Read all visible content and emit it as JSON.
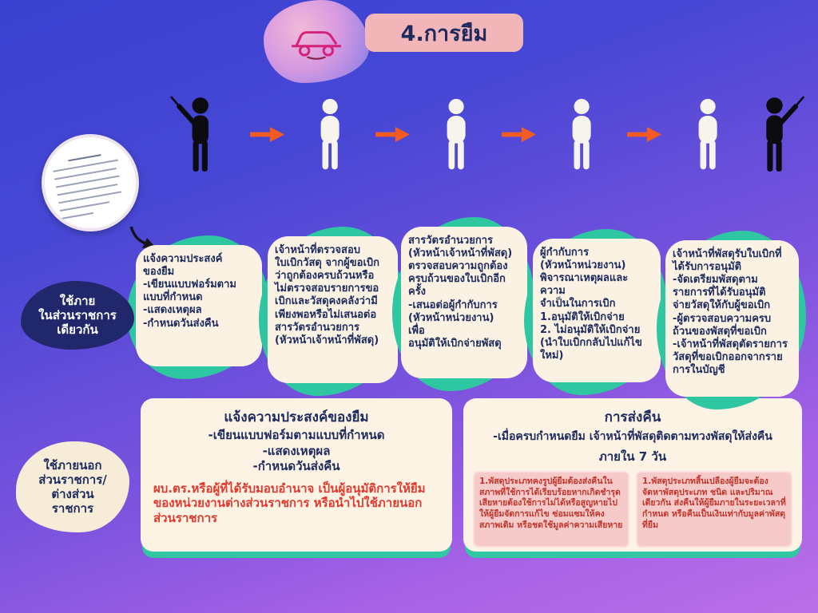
{
  "page": {
    "title": "4.การยืม"
  },
  "labels": {
    "internal": "ใช้ภาย\nในส่วนราชการ\nเดียวกัน",
    "external": "ใช้ภายนอก\nส่วนราชการ/\nต่างส่วน\nราชการ"
  },
  "steps": [
    {
      "text": "แจ้งความประสงค์\nของยืม\n-เขียนแบบฟอร์มตาม\nแบบที่กำหนด\n-แสดงเหตุผล\n-กำหนดวันส่งคืน"
    },
    {
      "text": "เจ้าหน้าที่ตรวจสอบ\nใบเบิกวัสดุ จากผู้ขอเบิก\nว่าถูกต้องครบถ้วนหรือ\nไม่ตรวจสอบรายการขอ\nเบิกและวัสดุคงคลังว่ามี\nเพียงพอหรือไม่เสนอต่อ\nสารวัตรอำนวยการ\n(หัวหน้าเจ้าหน้าที่พัสดุ)"
    },
    {
      "text": "สารวัตรอำนวยการ\n(หัวหน้าเจ้าหน้าที่พัสดุ)\nตรวจสอบความถูกต้อง\nครบถ้วนของใบเบิกอีก\nครั้ง\n-เสนอต่อผู้กำกับการ\n(หัวหน้าหน่วยงาน)\nเพื่อ\nอนุมัติให้เบิกจ่ายพัสดุ"
    },
    {
      "text": "ผู้กำกับการ\n(หัวหน้าหน่วยงาน)\nพิจารณาเหตุผลและความ\nจำเป็นในการเบิก\n1.อนุมัติให้เบิกจ่าย\n2. ไม่อนุมัติให้เบิกจ่าย\n(นำใบเบิกกลับไปแก้ไข\nใหม่)"
    },
    {
      "text": "เจ้าหน้าที่พัสดุรับใบเบิกที่\nได้รับการอนุมัติ\n-จัดเตรียมพัสดุตาม\nรายการที่ได้รับอนุมัติ\nจ่ายวัสดุให้กับผู้ขอเบิก\n-ผู้ตรวจสอบความครบ\nถ้วนของพัสดุที่ขอเบิก\n-เจ้าหน้าที่พัสดุตัดรายการ\nวัสดุที่ขอเบิกออกจากราย\nการในบัญชี"
    }
  ],
  "bottom_left": {
    "title": "แจ้งความประสงค์ของยืม",
    "lines": "-เขียนแบบฟอร์มตามแบบที่กำหนด\n-แสดงเหตุผล\n-กำหนดวันส่งคืน",
    "note": "ผบ.ตร.หรือผู้ที่ได้รับมอบอำนาจ เป็นผู้อนุมัติการให้ยืม\nของหน่วยงานต่างส่วนราชการ หรือนำไปใช้ภายนอก\nส่วนราชการ"
  },
  "bottom_right": {
    "title": "การส่งคืน",
    "lead": "-เมื่อครบกำหนดยืม เจ้าหน้าที่พัสดุติดตามทวงพัสดุให้ส่งคืน",
    "deadline": "ภายใน 7 วัน",
    "note1": "1.พัสดุประเภทคงรูปผู้ยืมต้องส่งคืนในสภาพที่ใช้การได้เรียบร้อยหากเกิดชำรุดเสียหายต้องใช้การไม่ได้หรือสูญหายไปให้ผู้ยืมจัดการแก้ไข ซ่อมแซมให้คงสภาพเดิม หรือชดใช้มูลค่าความเสียหาย",
    "note2": "1.พัสดุประเภทสิ้นเปลืองผู้ยืมจะต้องจัดหาพัสดุประเภท ชนิด และปริมาณเดียวกัน ส่งคืนให้ผู้ยืมภายในระยะเวลาที่กำหนด หรือคืนเป็นเงินเท่ากับมูลค่าพัสดุที่ยืม"
  },
  "icons": [
    "car-icon",
    "presenter-icon",
    "person-icon",
    "flow-arrow-icon",
    "document-icon",
    "curved-arrow-icon"
  ],
  "colors": {
    "bg_top": "#3a41d0",
    "bg_bottom": "#bb6fe8",
    "teal": "#2fc6a2",
    "cream": "#fdf3e4",
    "badge_pink": "#f3b6b8",
    "navy": "#1c2b5e",
    "red": "#e0392e",
    "orange": "#f25b22",
    "pink_box": "#f7caca",
    "dark_blob": "#20276b"
  }
}
